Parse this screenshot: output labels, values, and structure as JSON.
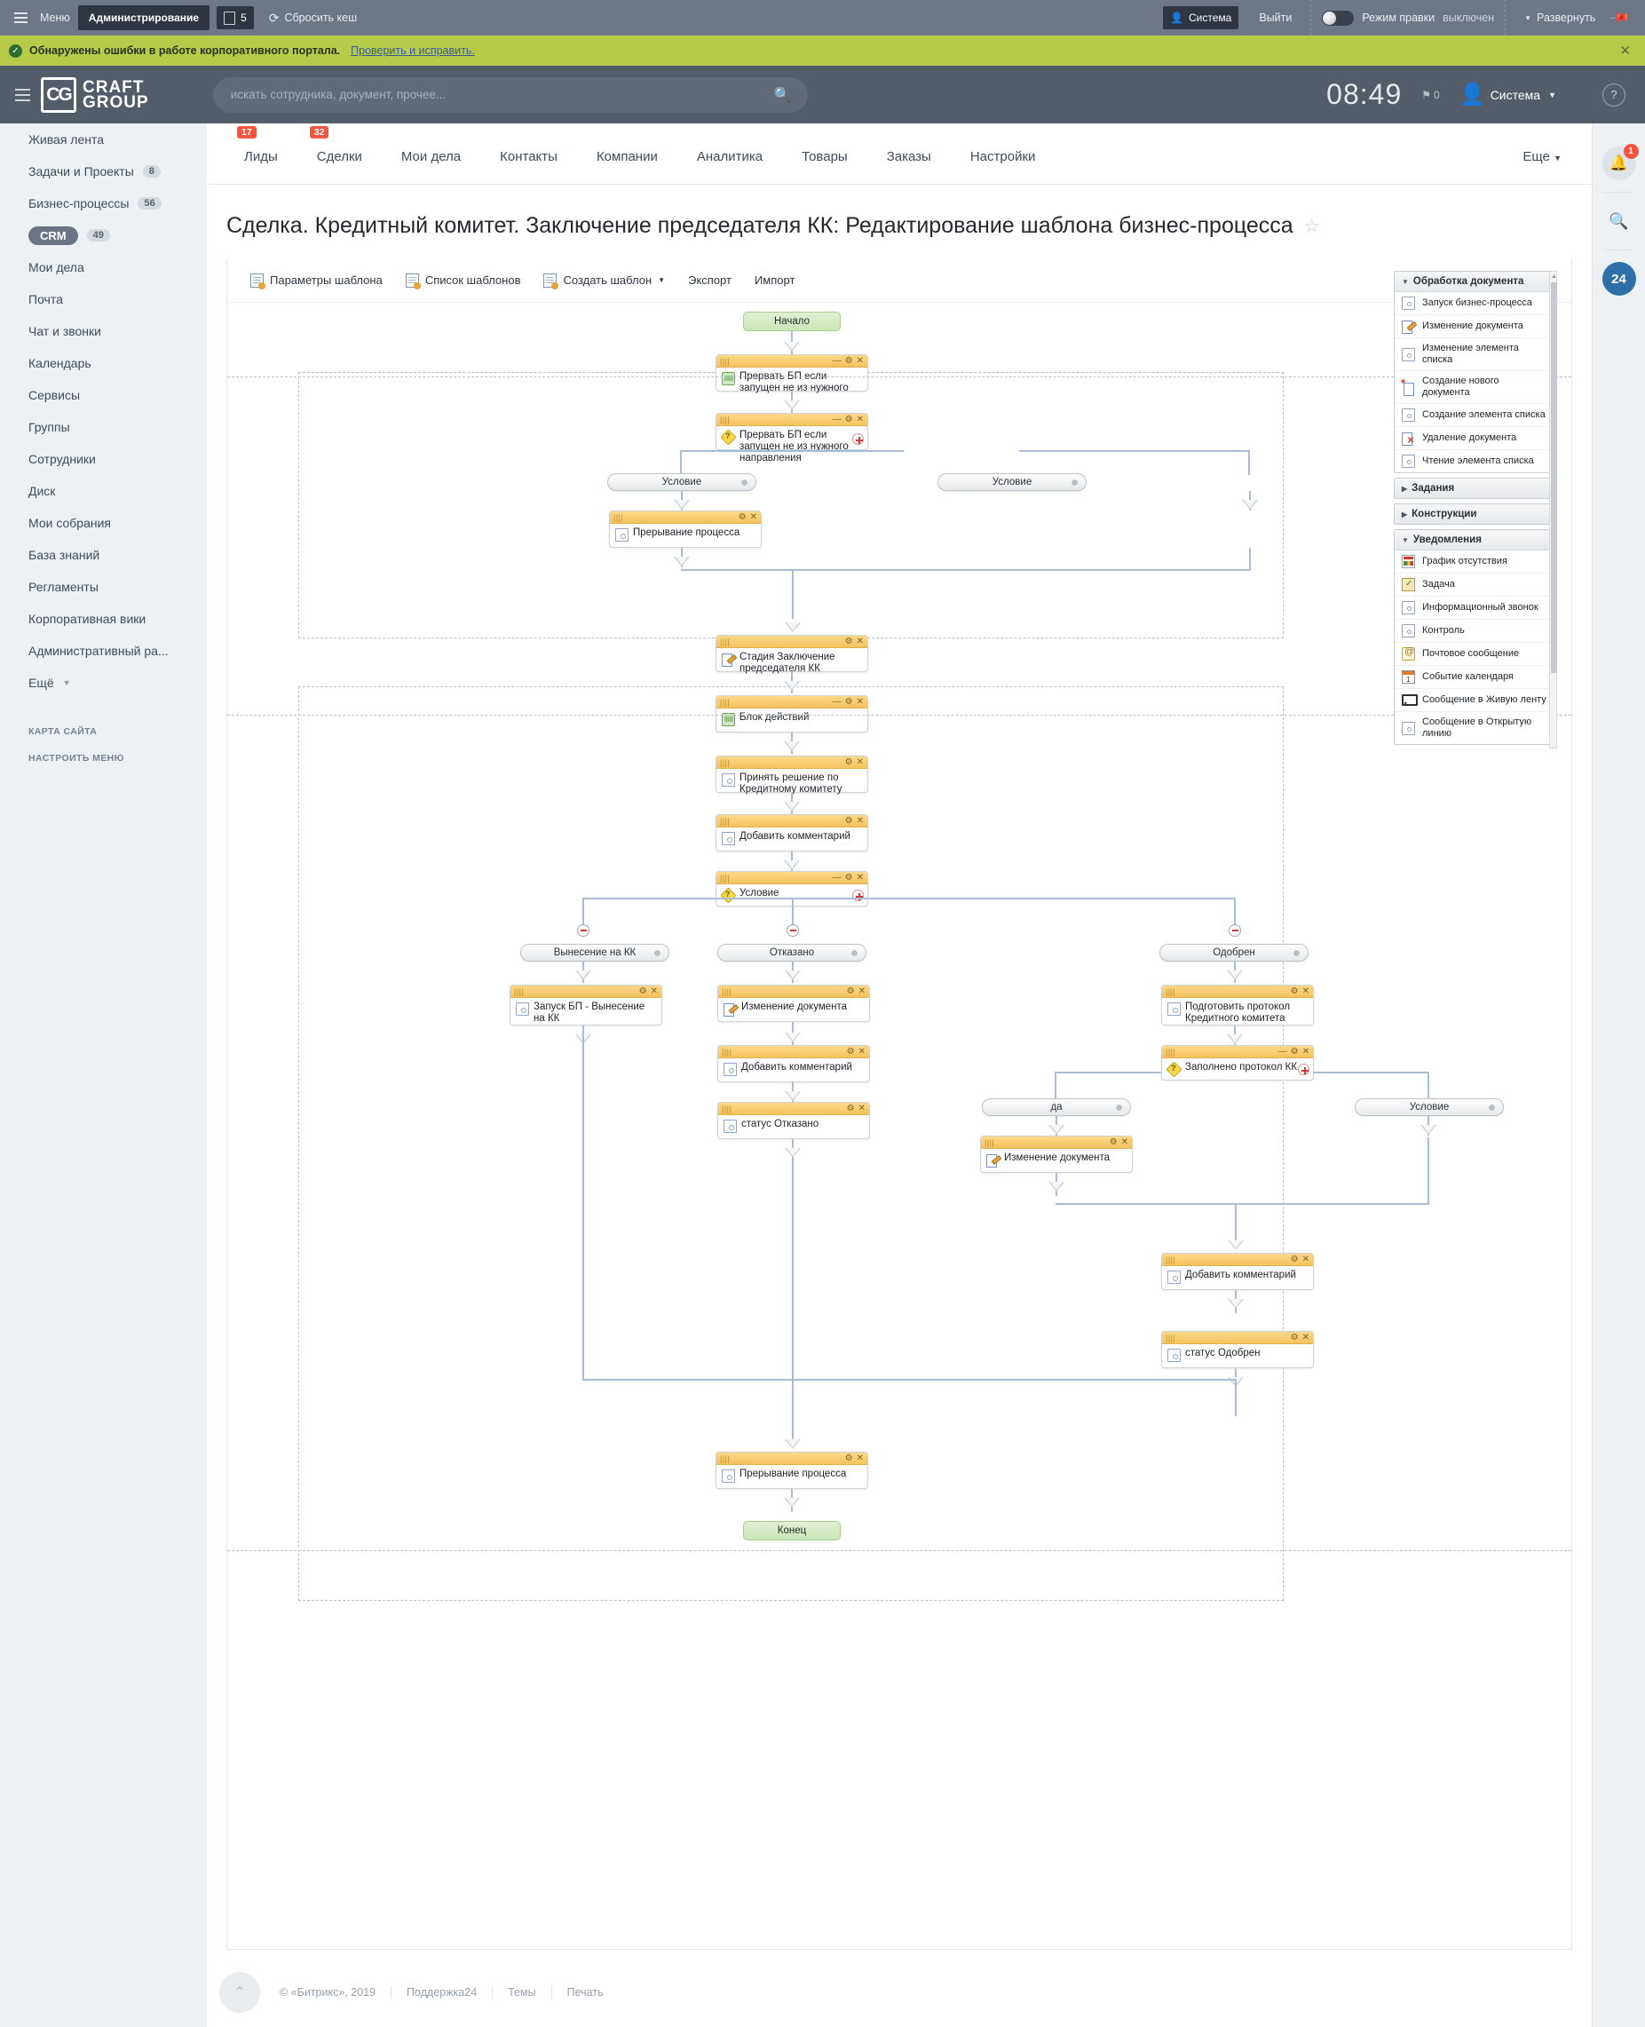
{
  "admin_bar": {
    "menu_label": "Меню",
    "admin_label": "Администрирование",
    "doc_count": "5",
    "cache_label": "Сбросить кеш",
    "system_label": "Система",
    "logout_label": "Выйти",
    "edit_mode_label": "Режим правки",
    "edit_mode_state": "выключен",
    "expand_label": "Развернуть"
  },
  "error_bar": {
    "text": "Обнаружены ошибки в работе корпоративного портала.",
    "link": "Проверить и исправить.",
    "close": "✕",
    "bg_color": "#b7cb4a"
  },
  "header": {
    "logo_top": "CRAFT",
    "logo_bottom": "GROUP",
    "search_placeholder": "искать сотрудника, документ, прочее...",
    "clock": "08:49",
    "flag_count": "0",
    "user_name": "Система",
    "help": "?"
  },
  "sidebar": {
    "items": [
      {
        "label": "Живая лента",
        "count": "",
        "active": false
      },
      {
        "label": "Задачи и Проекты",
        "count": "8",
        "active": false
      },
      {
        "label": "Бизнес-процессы",
        "count": "56",
        "active": false
      },
      {
        "label": "CRM",
        "count": "49",
        "active": true
      },
      {
        "label": "Мои дела",
        "count": "",
        "active": false
      },
      {
        "label": "Почта",
        "count": "",
        "active": false
      },
      {
        "label": "Чат и звонки",
        "count": "",
        "active": false
      },
      {
        "label": "Календарь",
        "count": "",
        "active": false
      },
      {
        "label": "Сервисы",
        "count": "",
        "active": false
      },
      {
        "label": "Группы",
        "count": "",
        "active": false
      },
      {
        "label": "Сотрудники",
        "count": "",
        "active": false
      },
      {
        "label": "Диск",
        "count": "",
        "active": false
      },
      {
        "label": "Мои собрания",
        "count": "",
        "active": false
      },
      {
        "label": "База знаний",
        "count": "",
        "active": false
      },
      {
        "label": "Регламенты",
        "count": "",
        "active": false
      },
      {
        "label": "Корпоративная вики",
        "count": "",
        "active": false
      },
      {
        "label": "Административный ра...",
        "count": "",
        "active": false
      },
      {
        "label": "Ещё",
        "count": "",
        "active": false,
        "caret": true
      }
    ],
    "sitemap_label": "КАРТА САЙТА",
    "configure_label": "НАСТРОИТЬ МЕНЮ"
  },
  "nav_tabs": [
    {
      "label": "Лиды",
      "badge": "17"
    },
    {
      "label": "Сделки",
      "badge": "32"
    },
    {
      "label": "Мои дела",
      "badge": ""
    },
    {
      "label": "Контакты",
      "badge": ""
    },
    {
      "label": "Компании",
      "badge": ""
    },
    {
      "label": "Аналитика",
      "badge": ""
    },
    {
      "label": "Товары",
      "badge": ""
    },
    {
      "label": "Заказы",
      "badge": ""
    },
    {
      "label": "Настройки",
      "badge": ""
    }
  ],
  "nav_more": "Еще",
  "page": {
    "title": "Сделка. Кредитный комитет. Заключение председателя КК: Редактирование шаблона бизнес-процесса",
    "star": "☆"
  },
  "toolbar": [
    {
      "label": "Параметры шаблона",
      "icon": "template-settings-icon"
    },
    {
      "label": "Список шаблонов",
      "icon": "template-list-icon"
    },
    {
      "label": "Создать шаблон",
      "icon": "create-template-icon",
      "caret": true
    },
    {
      "label": "Экспорт",
      "icon": ""
    },
    {
      "label": "Импорт",
      "icon": ""
    }
  ],
  "workflow": {
    "start": "Начало",
    "end": "Конец",
    "nodes": [
      {
        "id": "n1",
        "label": "Прервать БП если запущен не из нужного",
        "icon": "folder-icon",
        "minimize": true
      },
      {
        "id": "n2",
        "label": "Прервать БП если запущен не из нужного направления",
        "icon": "condition-diamond-icon",
        "minimize": true,
        "plus": true
      },
      {
        "id": "n3",
        "label": "Прерывание процесса",
        "icon": "square-icon"
      },
      {
        "id": "n4",
        "label": "Стадия Заключение председателя КК",
        "icon": "pencil-icon"
      },
      {
        "id": "n5",
        "label": "Блок действий",
        "icon": "folder-icon",
        "minimize": true
      },
      {
        "id": "n6",
        "label": "Принять решение по Кредитному комитету",
        "icon": "square-icon"
      },
      {
        "id": "n7",
        "label": "Добавить комментарий",
        "icon": "square-icon"
      },
      {
        "id": "n8",
        "label": "Условие",
        "icon": "condition-diamond-icon",
        "minimize": true,
        "plus": true
      },
      {
        "id": "n9",
        "label": "Запуск БП - Вынесение на КК",
        "icon": "square-icon"
      },
      {
        "id": "n10",
        "label": "Изменение документа",
        "icon": "pencil-icon"
      },
      {
        "id": "n11",
        "label": "Подготовить протокол Кредитного комитета",
        "icon": "square-icon"
      },
      {
        "id": "n12",
        "label": "Добавить комментарий",
        "icon": "square-icon"
      },
      {
        "id": "n13",
        "label": "Заполнено протокол КК",
        "icon": "condition-diamond-icon",
        "minimize": true,
        "plus": true
      },
      {
        "id": "n14",
        "label": "статус Отказано",
        "icon": "square-icon"
      },
      {
        "id": "n15",
        "label": "Изменение документа",
        "icon": "pencil-icon"
      },
      {
        "id": "n16",
        "label": "Добавить комментарий",
        "icon": "square-icon"
      },
      {
        "id": "n17",
        "label": "статус Одобрен",
        "icon": "square-icon"
      },
      {
        "id": "n18",
        "label": "Прерывание процесса",
        "icon": "square-icon"
      }
    ],
    "branches": [
      {
        "id": "b1",
        "label": "Условие"
      },
      {
        "id": "b2",
        "label": "Условие"
      },
      {
        "id": "b3",
        "label": "Вынесение на КК"
      },
      {
        "id": "b4",
        "label": "Отказано"
      },
      {
        "id": "b5",
        "label": "Одобрен"
      },
      {
        "id": "b6",
        "label": "да"
      },
      {
        "id": "b7",
        "label": "Условие"
      }
    ]
  },
  "palette": {
    "groups": [
      {
        "title": "Обработка документа",
        "expanded": true,
        "items": [
          {
            "label": "Запуск бизнес-процесса",
            "icon": "square-icon"
          },
          {
            "label": "Изменение документа",
            "icon": "pencil-icon"
          },
          {
            "label": "Изменение элемента списка",
            "icon": "square-icon"
          },
          {
            "label": "Создание нового документа",
            "icon": "new-doc-icon"
          },
          {
            "label": "Создание элемента списка",
            "icon": "square-icon"
          },
          {
            "label": "Удаление документа",
            "icon": "delete-doc-icon"
          },
          {
            "label": "Чтение элемента списка",
            "icon": "square-icon"
          }
        ]
      },
      {
        "title": "Задания",
        "expanded": false,
        "items": []
      },
      {
        "title": "Конструкции",
        "expanded": false,
        "items": []
      },
      {
        "title": "Уведомления",
        "expanded": true,
        "items": [
          {
            "label": "График отсутствия",
            "icon": "chart-icon"
          },
          {
            "label": "Задача",
            "icon": "task-icon"
          },
          {
            "label": "Информационный звонок",
            "icon": "square-icon"
          },
          {
            "label": "Контроль",
            "icon": "square-icon"
          },
          {
            "label": "Почтовое сообщение",
            "icon": "mail-icon"
          },
          {
            "label": "Событие календаря",
            "icon": "calendar-icon"
          },
          {
            "label": "Сообщение в Живую ленту",
            "icon": "bubble-icon"
          },
          {
            "label": "Сообщение в Открытую линию",
            "icon": "square-icon"
          }
        ]
      }
    ]
  },
  "rail": {
    "notification_badge": "1",
    "search": "search-icon",
    "bitrix24": "24"
  },
  "footer": {
    "copyright": "© «Битрикс», 2019",
    "links": [
      "Поддержка24",
      "Темы",
      "Печать"
    ],
    "up": "⌃"
  }
}
